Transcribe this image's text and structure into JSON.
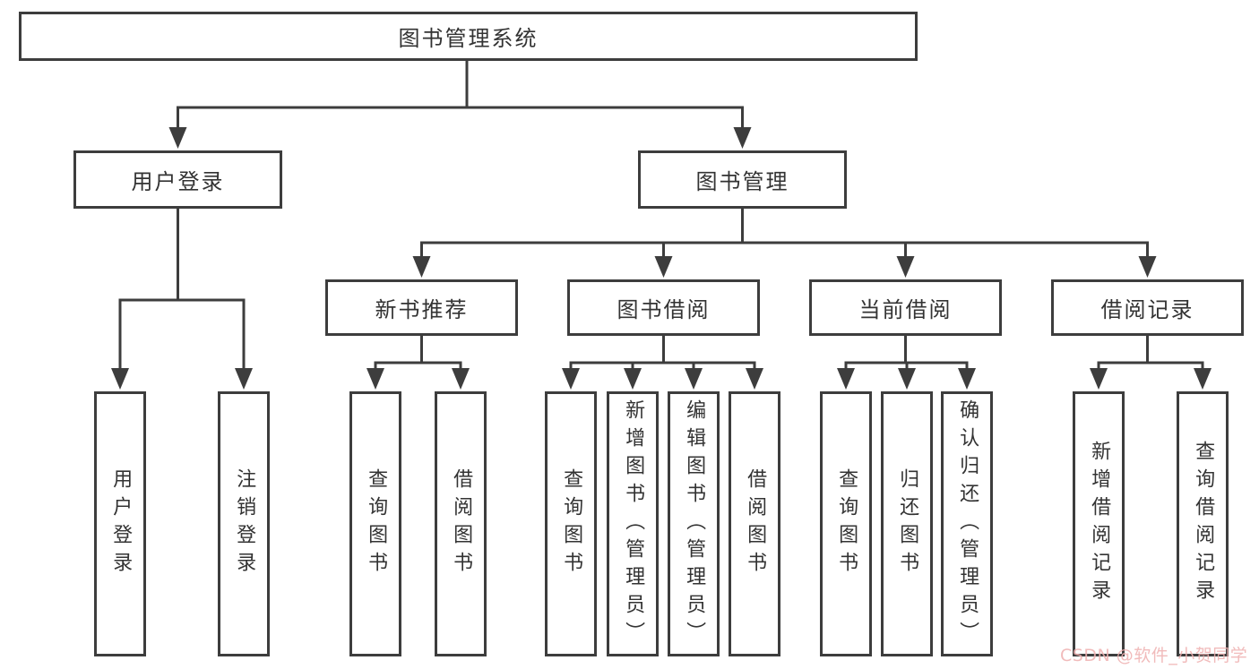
{
  "diagram": {
    "root": {
      "label": "图书管理系统"
    },
    "level2": [
      {
        "label": "用户登录"
      },
      {
        "label": "图书管理"
      }
    ],
    "level3": [
      {
        "label": "新书推荐"
      },
      {
        "label": "图书借阅"
      },
      {
        "label": "当前借阅"
      },
      {
        "label": "借阅记录"
      }
    ],
    "leaves": [
      {
        "label": "用户登录"
      },
      {
        "label": "注销登录"
      },
      {
        "label": "查询图书"
      },
      {
        "label": "借阅图书"
      },
      {
        "label": "查询图书"
      },
      {
        "label": "新增图书（管理员）"
      },
      {
        "label": "编辑图书（管理员）"
      },
      {
        "label": "借阅图书"
      },
      {
        "label": "查询图书"
      },
      {
        "label": "归还图书"
      },
      {
        "label": "确认归还（管理员）"
      },
      {
        "label": "新增借阅记录"
      },
      {
        "label": "查询借阅记录"
      }
    ],
    "colors": {
      "line": "#3d3d3d",
      "text": "#333333",
      "background": "#ffffff",
      "watermark": "#eeafaf"
    }
  },
  "watermark": {
    "text": "CSDN @软件_小贺同学"
  }
}
